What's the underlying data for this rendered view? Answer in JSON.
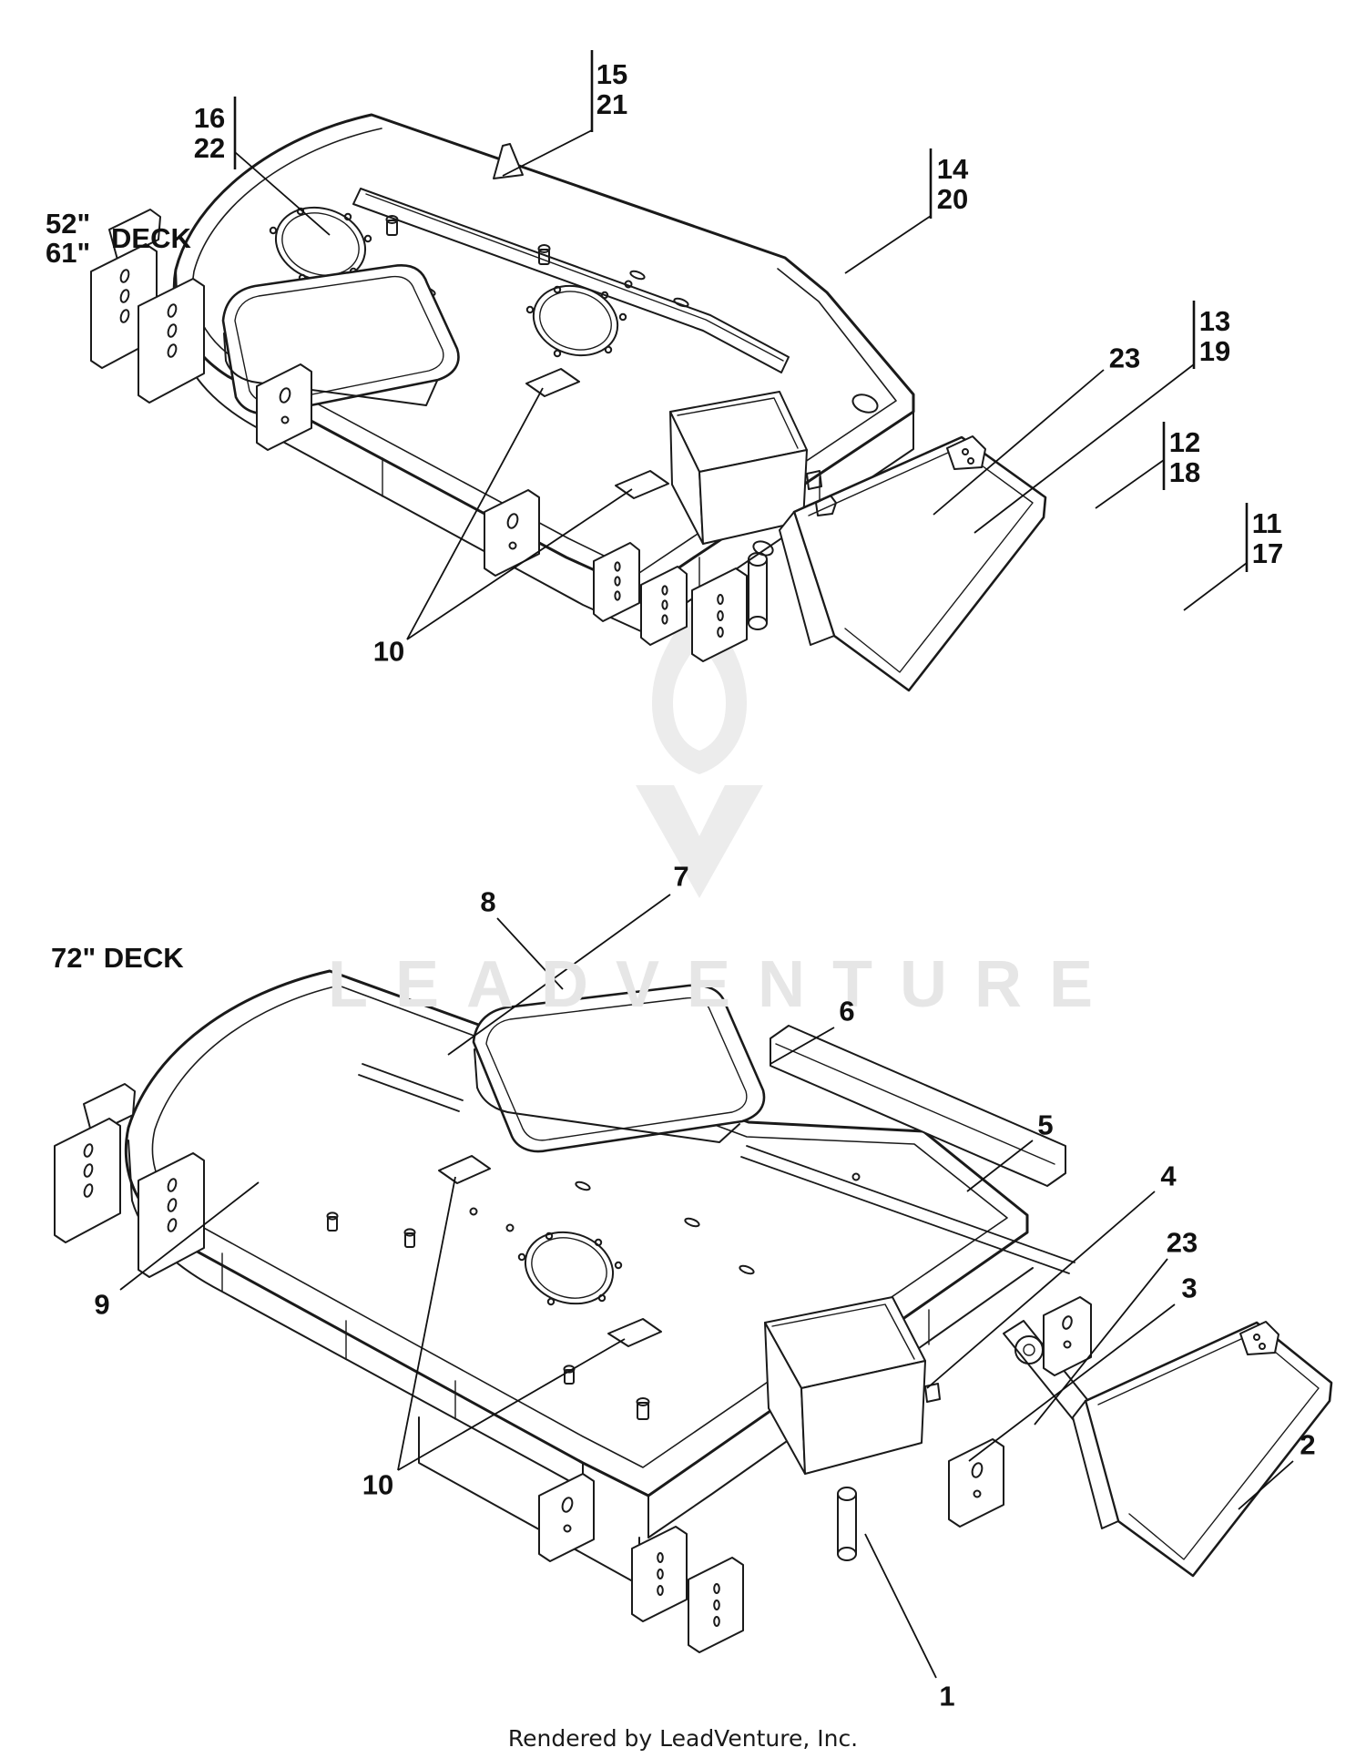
{
  "page": {
    "footer_text": "Rendered by LeadVenture, Inc.",
    "watermark_text": "LEADVENTURE",
    "colors": {
      "background": "#ffffff",
      "line": "#1a1a1a",
      "label": "#111111",
      "watermark": "#e6e6e6"
    }
  },
  "diagrams": [
    {
      "name": "52-61-inch-deck",
      "title": {
        "size_lines": [
          "52\"",
          "61\""
        ],
        "word": "DECK"
      },
      "callouts": [
        {
          "id": "15-21",
          "lines": [
            "15",
            "21"
          ]
        },
        {
          "id": "16-22",
          "lines": [
            "16",
            "22"
          ]
        },
        {
          "id": "14-20",
          "lines": [
            "14",
            "20"
          ]
        },
        {
          "id": "23",
          "lines": [
            "23"
          ]
        },
        {
          "id": "13-19",
          "lines": [
            "13",
            "19"
          ]
        },
        {
          "id": "12-18",
          "lines": [
            "12",
            "18"
          ]
        },
        {
          "id": "11-17",
          "lines": [
            "11",
            "17"
          ]
        },
        {
          "id": "10",
          "lines": [
            "10"
          ]
        }
      ]
    },
    {
      "name": "72-inch-deck",
      "title": {
        "text": "72\" DECK"
      },
      "callouts": [
        {
          "id": "8",
          "lines": [
            "8"
          ]
        },
        {
          "id": "7",
          "lines": [
            "7"
          ]
        },
        {
          "id": "6",
          "lines": [
            "6"
          ]
        },
        {
          "id": "5",
          "lines": [
            "5"
          ]
        },
        {
          "id": "4",
          "lines": [
            "4"
          ]
        },
        {
          "id": "23",
          "lines": [
            "23"
          ]
        },
        {
          "id": "3",
          "lines": [
            "3"
          ]
        },
        {
          "id": "2",
          "lines": [
            "2"
          ]
        },
        {
          "id": "9",
          "lines": [
            "9"
          ]
        },
        {
          "id": "10",
          "lines": [
            "10"
          ]
        },
        {
          "id": "1",
          "lines": [
            "1"
          ]
        }
      ]
    }
  ]
}
